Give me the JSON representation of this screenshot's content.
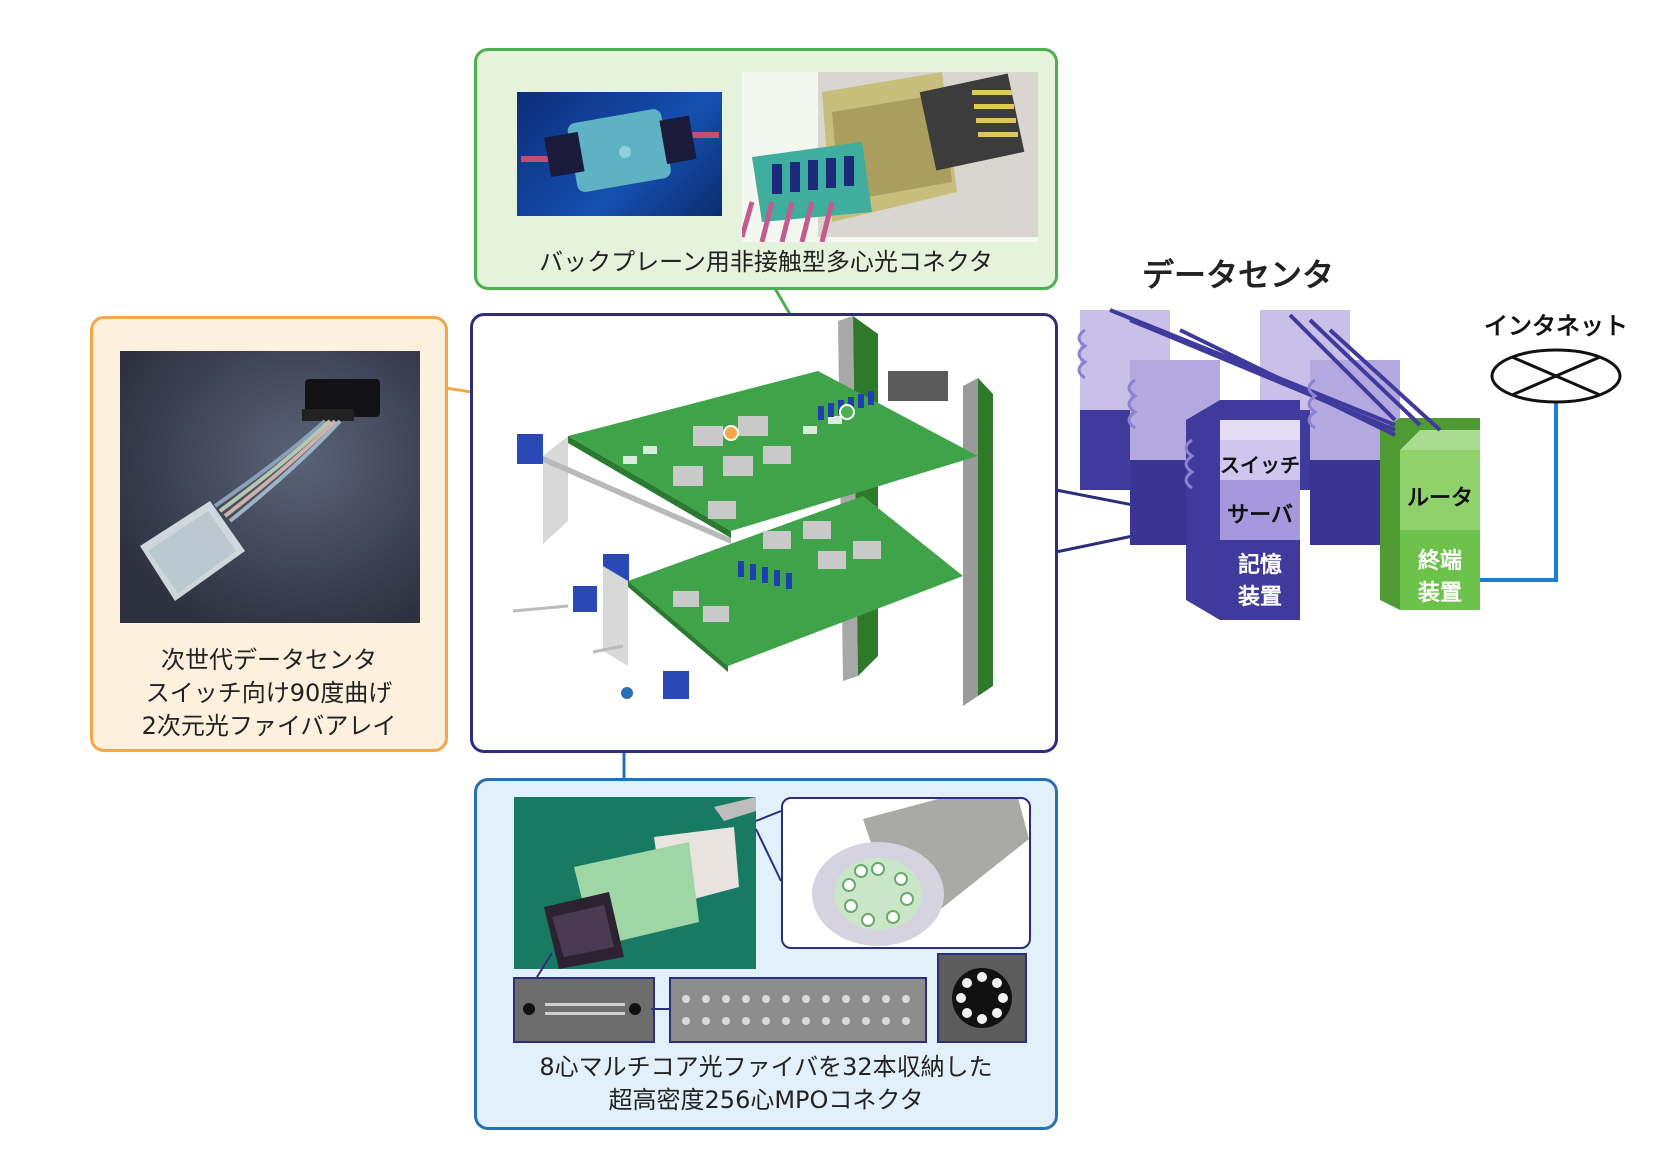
{
  "panels": {
    "backplane": {
      "caption": "バックプレーン用非接触型多心光コネクタ"
    },
    "fiber_array": {
      "caption_lines": [
        "次世代データセンタ",
        "スイッチ向け90度曲げ",
        "2次元光ファイバアレイ"
      ]
    },
    "mpo": {
      "caption_lines": [
        "8心マルチコア光ファイバを32本収納した",
        "超高密度256心MPOコネクタ"
      ]
    }
  },
  "datacenter": {
    "title": "データセンタ",
    "labels": {
      "switch": "スイッチ",
      "server": "サーバ",
      "storage": "記憶装置",
      "router": "ルータ",
      "terminal": "終端装置"
    },
    "internet": "インタネット"
  },
  "colors": {
    "green_border": "#4caf50",
    "green_fill": "#e6f3dc",
    "orange_border": "#f2a848",
    "orange_fill": "#fdf0dd",
    "navy_border": "#2e2d7c",
    "blue_border": "#2b6fb3",
    "blue_fill": "#e1f0fa",
    "purple_dark": "#3f3a9c",
    "purple_light": "#c9c0ea",
    "router_green": "#6cc24a",
    "link_blue": "#1d7fd1"
  }
}
